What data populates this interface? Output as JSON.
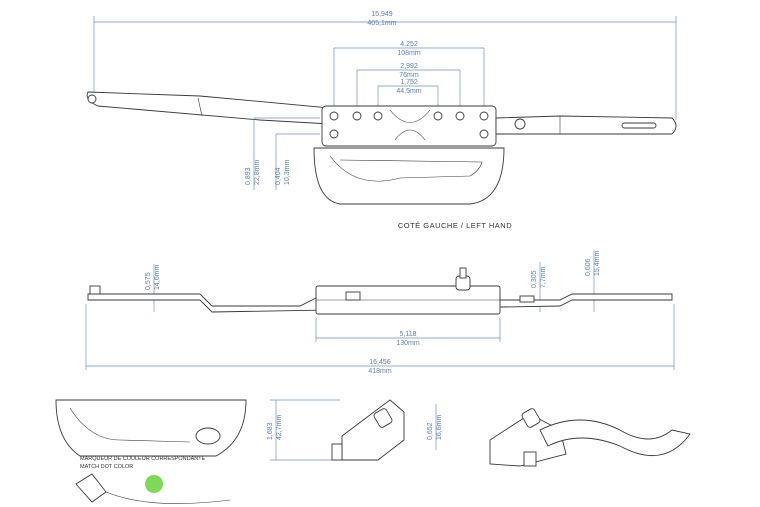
{
  "top_view": {
    "overall_in": "15,949",
    "overall_mm": "405,1mm",
    "holes_outer_in": "4,252",
    "holes_outer_mm": "108mm",
    "holes_mid_in": "2,992",
    "holes_mid_mm": "76mm",
    "holes_inner_in": "1,752",
    "holes_inner_mm": "44,5mm",
    "offset_a_in": "0,893",
    "offset_a_mm": "22,8mm",
    "offset_b_in": "0,404",
    "offset_b_mm": "10,3mm",
    "caption": "COTÉ GAUCHE / LEFT HAND"
  },
  "side_view": {
    "h_left_in": "0,575",
    "h_left_mm": "14,6mm",
    "h_right1_in": "0,305",
    "h_right1_mm": "7,7mm",
    "h_right2_in": "0,606",
    "h_right2_mm": "15,4mm",
    "base_in": "5,118",
    "base_mm": "130mm",
    "overall_in": "16,456",
    "overall_mm": "418mm"
  },
  "details": {
    "note_fr": "MARQUEUR DE COULEUR CORRESPONDANTE",
    "note_en": "MATCH DOT COLOR",
    "dot_color": "#7ed957",
    "height_in": "1,683",
    "height_mm": "42,7mm",
    "handle_in": "0,652",
    "handle_mm": "16,6mm"
  }
}
